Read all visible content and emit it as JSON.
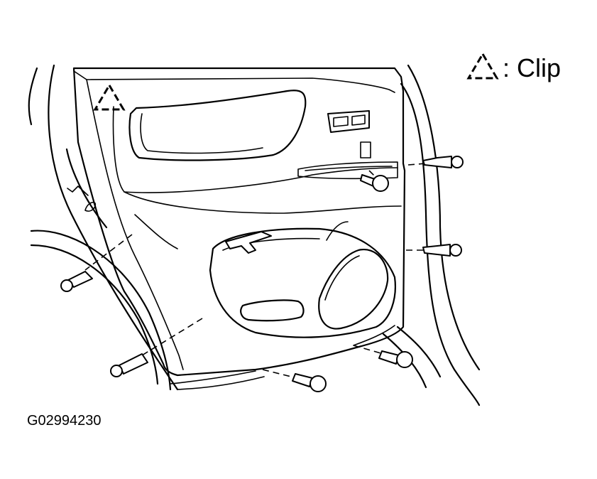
{
  "legend": {
    "symbol": "triangle-clip-symbol",
    "label": ": Clip"
  },
  "figure_id": "G02994230"
}
